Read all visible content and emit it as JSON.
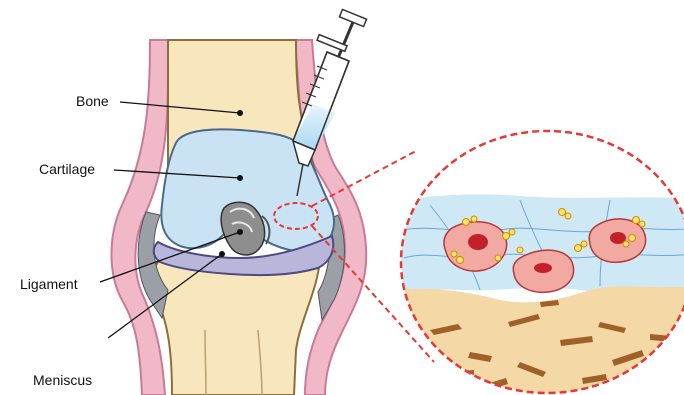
{
  "labels": {
    "bone": "Bone",
    "cartilage": "Cartilage",
    "ligament": "Ligament",
    "meniscus": "Meniscus"
  },
  "colors": {
    "bone": "#f8e6bd",
    "bone_outline": "#8a7040",
    "cartilage": "#c9e3f4",
    "meniscus": "#b9b6dc",
    "synovial_capsule": "#f1b8c8",
    "capsule_edge": "#c77b98",
    "injection_fluid": "#a9d8f2",
    "magnifier_outline": "#e53935",
    "cell_body": "#f2a9a2",
    "cell_nucleus": "#c2202a",
    "tissue_fiber": "#a0602a",
    "marrow": "#f4d9a6"
  },
  "icons": [
    "syringe-icon",
    "magnifier-circle"
  ]
}
